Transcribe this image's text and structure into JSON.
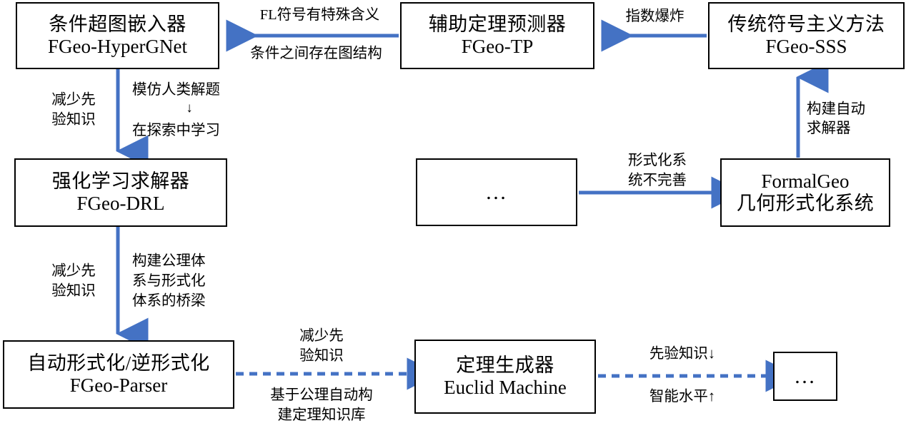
{
  "diagram": {
    "title": "FormalGeo ecosystem roadmap",
    "accent_color": "#4472C4",
    "line_color": "#000000",
    "background": "#ffffff",
    "nodes": [
      {
        "id": "hypergnet",
        "line1": "条件超图嵌入器",
        "line2": "FGeo-HyperGNet"
      },
      {
        "id": "tp",
        "line1": "辅助定理预测器",
        "line2": "FGeo-TP"
      },
      {
        "id": "sss",
        "line1": "传统符号主义方法",
        "line2": "FGeo-SSS"
      },
      {
        "id": "drl",
        "line1": "强化学习求解器",
        "line2": "FGeo-DRL"
      },
      {
        "id": "ellipsis-mid",
        "line1": "…",
        "line2": ""
      },
      {
        "id": "formalgeo",
        "line1": "FormalGeo",
        "line2": "几何形式化系统"
      },
      {
        "id": "parser",
        "line1": "自动形式化/逆形式化",
        "line2": "FGeo-Parser"
      },
      {
        "id": "euclid",
        "line1": "定理生成器",
        "line2": "Euclid Machine"
      },
      {
        "id": "ellipsis-end",
        "line1": "…",
        "line2": ""
      }
    ],
    "edge_labels": {
      "sss_to_tp": "指数爆炸",
      "tp_to_hypergnet_above": "FL符号有特殊含义",
      "tp_to_hypergnet_below": "条件之间存在图结构",
      "formalgeo_to_sss_1": "构建自动",
      "formalgeo_to_sss_2": "求解器",
      "hypergnet_to_drl_left_1": "减少先",
      "hypergnet_to_drl_left_2": "验知识",
      "hypergnet_to_drl_right_1": "模仿人类解题",
      "hypergnet_to_drl_right_arrow": "↓",
      "hypergnet_to_drl_right_2": "在探索中学习",
      "mid_to_formalgeo_1": "形式化系",
      "mid_to_formalgeo_2": "统不完善",
      "drl_to_parser_left_1": "减少先",
      "drl_to_parser_left_2": "验知识",
      "drl_to_parser_right_1": "构建公理体",
      "drl_to_parser_right_2": "系与形式化",
      "drl_to_parser_right_3": "体系的桥梁",
      "parser_to_euclid_above_1": "减少先",
      "parser_to_euclid_above_2": "验知识",
      "parser_to_euclid_below_1": "基于公理自动构",
      "parser_to_euclid_below_2": "建定理知识库",
      "euclid_to_end_above": "先验知识↓",
      "euclid_to_end_below": "智能水平↑"
    }
  }
}
